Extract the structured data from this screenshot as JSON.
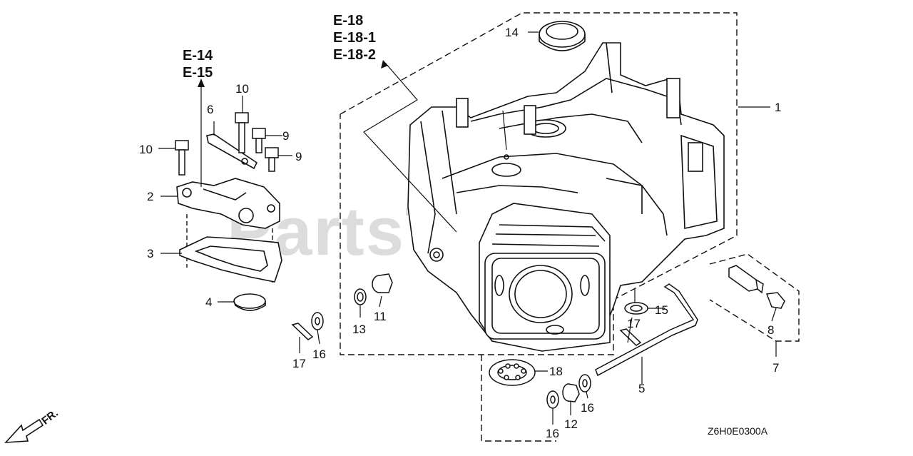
{
  "diagram": {
    "watermark": "PartsTree",
    "drawing_code": "Z6H0E0300A",
    "front_marker": "FR.",
    "references": {
      "group_a": [
        "E-14",
        "E-15"
      ],
      "group_b": [
        "E-18",
        "E-18-1",
        "E-18-2"
      ]
    },
    "callouts": {
      "n1": "1",
      "n2": "2",
      "n3": "3",
      "n4": "4",
      "n5": "5",
      "n6": "6",
      "n7": "7",
      "n8": "8",
      "n9a": "9",
      "n9b": "9",
      "n10a": "10",
      "n10b": "10",
      "n11": "11",
      "n12": "12",
      "n13": "13",
      "n14": "14",
      "n15": "15",
      "n16a": "16",
      "n16b": "16",
      "n16c": "16",
      "n17a": "17",
      "n17b": "17",
      "n18": "18"
    }
  }
}
